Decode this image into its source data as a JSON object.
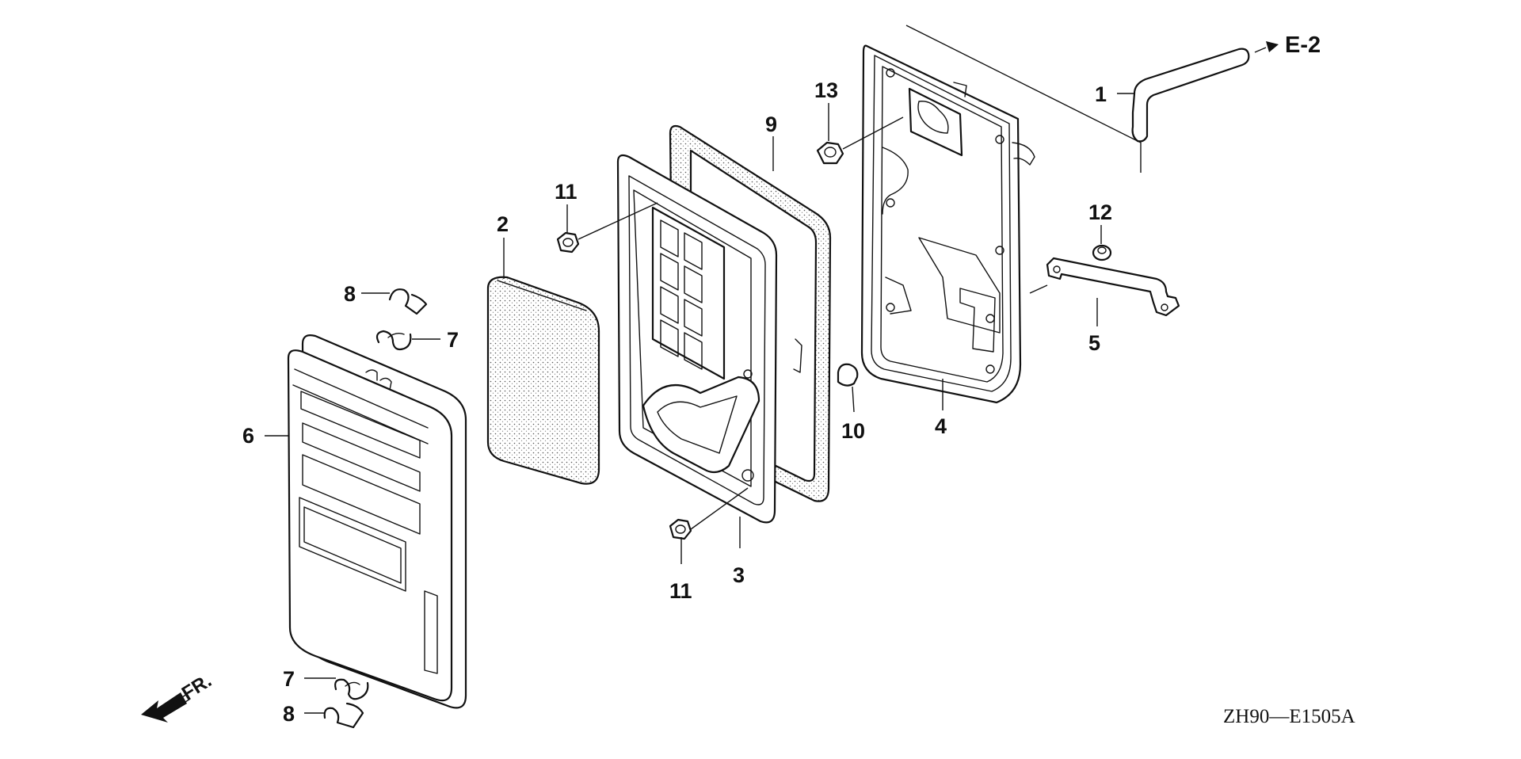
{
  "callouts": {
    "c1": "1",
    "c2": "2",
    "c3": "3",
    "c4": "4",
    "c5": "5",
    "c6": "6",
    "c7_top": "7",
    "c7_bottom": "7",
    "c8_top": "8",
    "c8_bottom": "8",
    "c9": "9",
    "c10": "10",
    "c11_top": "11",
    "c11_bottom": "11",
    "c12": "12",
    "c13": "13"
  },
  "reference_label": "E-2",
  "direction_label": "FR.",
  "diagram_code": "ZH90—E1505A",
  "colors": {
    "ink": "#111111",
    "background": "#ffffff",
    "foam_fill": "#f2f2f2"
  }
}
